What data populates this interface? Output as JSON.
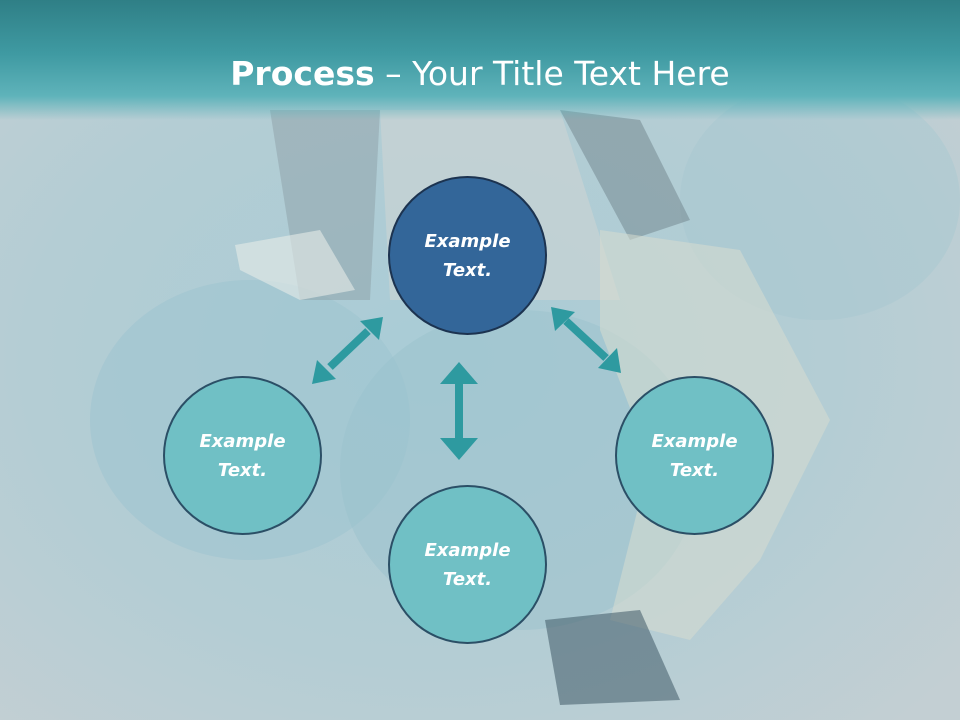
{
  "title": {
    "bold": "Process",
    "rest": " – Your Title Text Here"
  },
  "nodes": {
    "top": "Example\nText.",
    "left": "Example\nText.",
    "bottom": "Example\nText.",
    "right": "Example\nText."
  },
  "colors": {
    "header": "#3f9aa2",
    "main_circle": "#336699",
    "sub_circle": "#70c0c5",
    "arrow": "#2e9aa0"
  }
}
